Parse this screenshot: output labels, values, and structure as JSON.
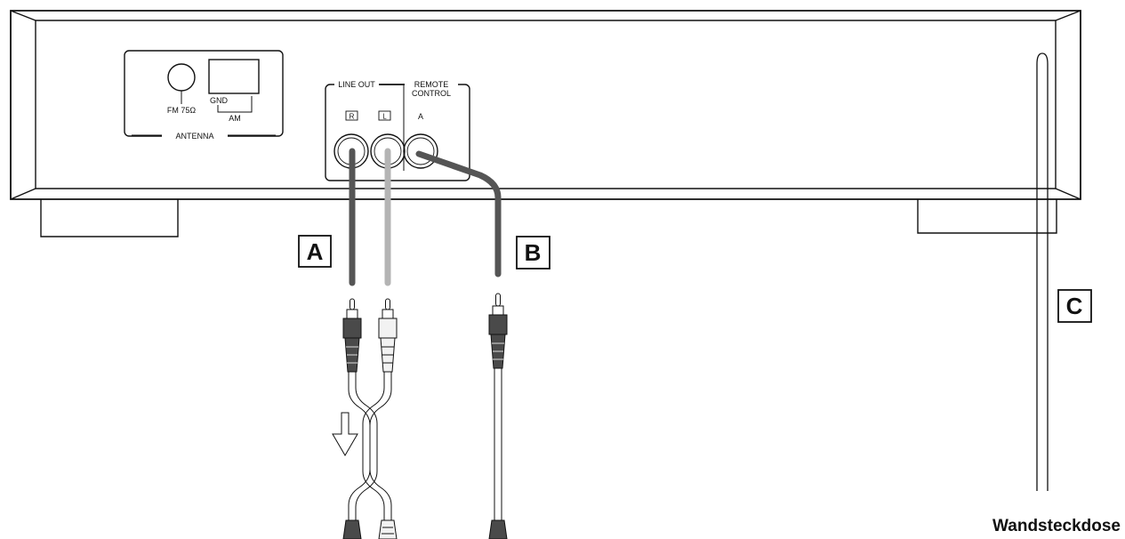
{
  "antenna": {
    "title": "ANTENNA",
    "fm_label": "FM 75Ω",
    "gnd_label": "GND",
    "am_label": "AM"
  },
  "jack_panel": {
    "line_out_label": "LINE OUT",
    "remote_control_line1": "REMOTE",
    "remote_control_line2": "CONTROL",
    "jack_right_label": "R",
    "jack_left_label": "L",
    "jack_remote_label": "A"
  },
  "callouts": {
    "a": "A",
    "b": "B",
    "c": "C"
  },
  "outlet_label": "Wandsteckdose",
  "colors": {
    "line": "#111111",
    "cable_dark": "#555555",
    "cable_light": "#b4b4b4",
    "plug_dark": "#4a4a4a",
    "plug_light": "#f2f2f2"
  }
}
